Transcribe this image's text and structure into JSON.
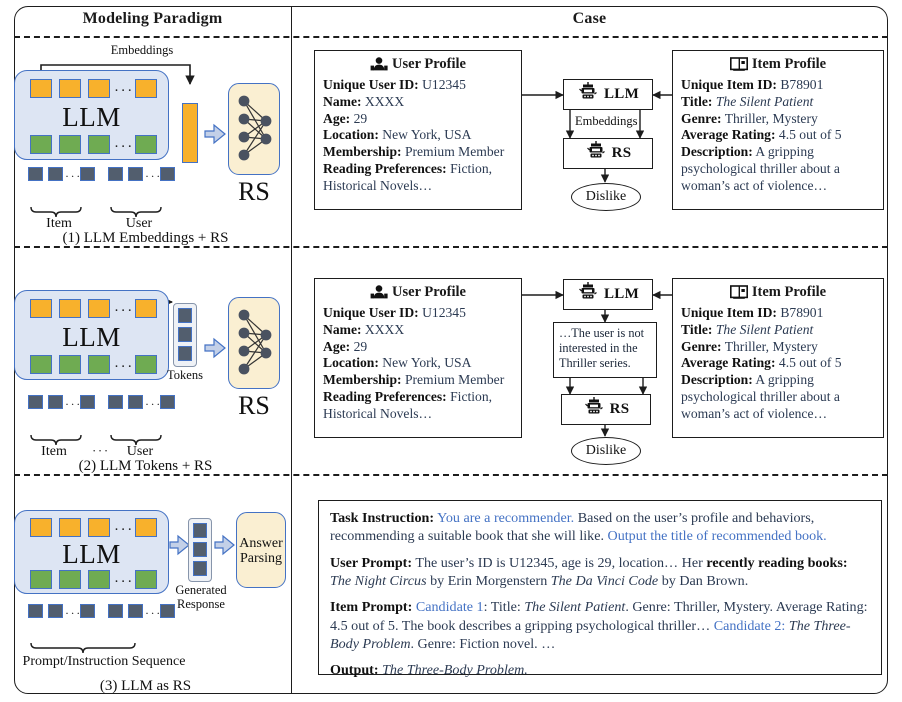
{
  "headers": {
    "left": "Modeling Paradigm",
    "right": "Case"
  },
  "rows": [
    {
      "id": "row1",
      "diagram": {
        "llm_label": "LLM",
        "rs_label": "RS",
        "flow_label": "Embeddings",
        "item_label": "Item",
        "user_label": "User",
        "caption": "(1) LLM Embeddings + RS",
        "dots": "···"
      },
      "user_profile": {
        "title": "User Profile",
        "icon": "user-icon",
        "fields": [
          {
            "label": "Unique User ID:",
            "value": "U12345"
          },
          {
            "label": "Name:",
            "value": "XXXX"
          },
          {
            "label": "Age:",
            "value": "29"
          },
          {
            "label": "Location:",
            "value": "New York, USA"
          },
          {
            "label": "Membership:",
            "value": "Premium Member"
          },
          {
            "label": "Reading Preferences:",
            "value": "Fiction, Historical Novels…"
          }
        ]
      },
      "item_profile": {
        "title": "Item Profile",
        "icon": "book-icon",
        "fields": [
          {
            "label": "Unique Item ID:",
            "value": "B78901"
          },
          {
            "label": "Title:",
            "value": "The Silent Patient",
            "italic": true
          },
          {
            "label": "Genre:",
            "value": "Thriller, Mystery"
          },
          {
            "label": "Average Rating:",
            "value": "4.5 out of 5"
          },
          {
            "label": "Description:",
            "value": "A gripping psychological thriller about a woman’s act of violence…"
          }
        ]
      },
      "flow": {
        "llm_node": "LLM",
        "rs_node": "RS",
        "edge_label": "Embeddings",
        "result": "Dislike"
      }
    },
    {
      "id": "row2",
      "diagram": {
        "llm_label": "LLM",
        "rs_label": "RS",
        "flow_label": "Tokens",
        "item_label": "Item",
        "user_label": "User",
        "caption": "(2) LLM Tokens + RS",
        "dots": "···"
      },
      "user_profile": {
        "title": "User Profile",
        "icon": "user-icon",
        "fields": [
          {
            "label": "Unique User ID:",
            "value": "U12345"
          },
          {
            "label": "Name:",
            "value": "XXXX"
          },
          {
            "label": "Age:",
            "value": "29"
          },
          {
            "label": "Location:",
            "value": "New York, USA"
          },
          {
            "label": "Membership:",
            "value": "Premium Member"
          },
          {
            "label": "Reading Preferences:",
            "value": "Fiction, Historical Novels…"
          }
        ]
      },
      "item_profile": {
        "title": "Item Profile",
        "icon": "book-icon",
        "fields": [
          {
            "label": "Unique Item ID:",
            "value": "B78901"
          },
          {
            "label": "Title:",
            "value": "The Silent Patient",
            "italic": true
          },
          {
            "label": "Genre:",
            "value": "Thriller, Mystery"
          },
          {
            "label": "Average Rating:",
            "value": "4.5 out of 5"
          },
          {
            "label": "Description:",
            "value": "A gripping psychological thriller about a woman’s act of violence…"
          }
        ]
      },
      "flow": {
        "llm_node": "LLM",
        "rs_node": "RS",
        "generated_text": "…The user is not interested in the Thriller series.",
        "result": "Dislike"
      }
    },
    {
      "id": "row3",
      "diagram": {
        "llm_label": "LLM",
        "answer_parsing_label": "Answer Parsing",
        "generated_response_label": "Generated Response",
        "sequence_label": "Prompt/Instruction Sequence",
        "caption": "(3) LLM as RS",
        "dots": "···"
      },
      "prompt_panel": {
        "task_instruction": {
          "label": "Task Instruction:",
          "seg1": "You are a recommender.",
          "seg2": " Based on the user’s profile and behaviors, recommending a suitable book that she will like. ",
          "seg3": "Output the title of recommended book."
        },
        "user_prompt": {
          "label": "User Prompt:",
          "seg1": " The user’s ID is U12345, age is 29, location… Her ",
          "seg_bold": "recently reading books:",
          "book1": "The Night Circus",
          "by1": " by Erin Morgenstern ",
          "book2": "The Da Vinci Code",
          "by2": " by Dan Brown."
        },
        "item_prompt": {
          "label": "Item Prompt:",
          "cand1": " Candidate 1",
          "seg1": ": Title: ",
          "book1": "The Silent Patient",
          "seg2": ". Genre: Thriller, Mystery. Average Rating: 4.5 out of 5. The book describes a gripping psychological thriller… ",
          "cand2": "Candidate 2:",
          "book2": " The Three-Body Problem",
          "seg3": ". Genre: Fiction novel. …"
        },
        "output": {
          "label": "Output:",
          "value": " The Three-Body Problem."
        }
      }
    }
  ],
  "colors": {
    "llm_fill": "#dde5f3",
    "llm_border": "#4472c4",
    "orange": "#f8b12c",
    "green": "#6fab52",
    "grey": "#525e6e",
    "rs_fill": "#faefd2",
    "accent_blue": "#4472c4",
    "text_dark": "#2b3a52"
  }
}
